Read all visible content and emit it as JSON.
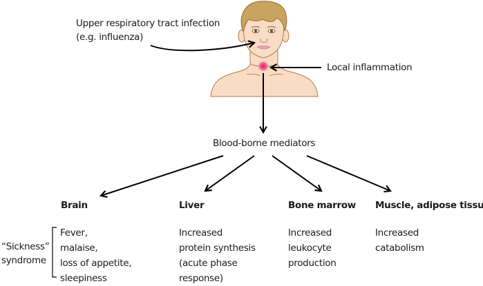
{
  "figure": {
    "infection_label_line1": "Upper respiratory tract infection",
    "infection_label_line2": "(e.g. influenza)",
    "inflammation_label": "Local inflammation",
    "mediators_label": "Blood-borne mediators",
    "colors": {
      "skin": "#f9dcc4",
      "skin_outline": "#b07a4a",
      "hair": "#c9a45e",
      "hair_outline": "#8f6e34",
      "inflammation": "#e8196a",
      "lips": "#e6a0b4",
      "arrow": "#000000"
    },
    "targets": [
      {
        "name": "Brain",
        "effects": [
          "Fever,",
          "malaise,",
          "loss of appetite,",
          "sleepiness"
        ]
      },
      {
        "name": "Liver",
        "effects": [
          "Increased",
          "protein synthesis",
          "(acute phase",
          "response)"
        ]
      },
      {
        "name": "Bone marrow",
        "effects": [
          "Increased",
          "leukocyte",
          "production"
        ]
      },
      {
        "name": "Muscle, adipose tissue",
        "effects": [
          "Increased",
          "catabolism"
        ]
      }
    ],
    "syndrome_label_line1": "“Sickness”",
    "syndrome_label_line2": "syndrome"
  }
}
